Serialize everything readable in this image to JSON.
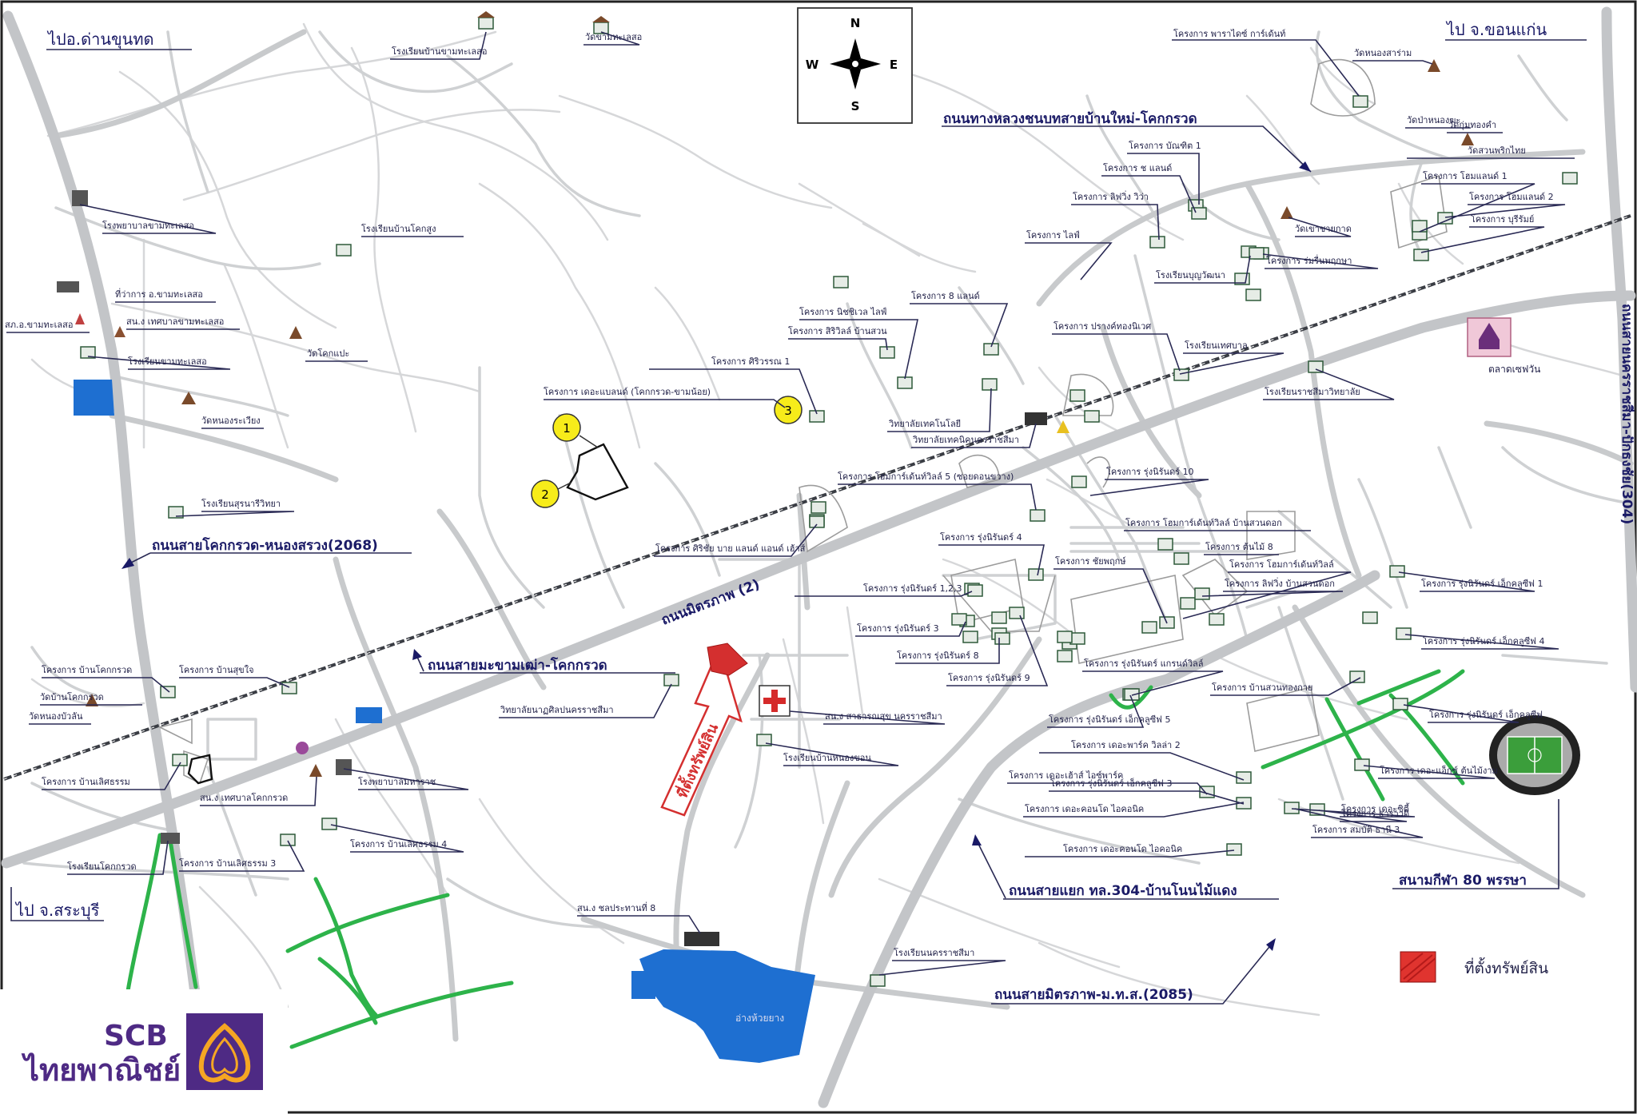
{
  "compass": {
    "n": "N",
    "s": "S",
    "e": "E",
    "w": "W"
  },
  "directions": {
    "top_left": "ไปอ.ด่านขุนทด",
    "top_right": "ไป จ.ขอนแก่น",
    "bottom_left": "ไป จ.สระบุรี"
  },
  "roads": {
    "highway_2": "ถนนมิตรภาพ (2)",
    "rural_ban_mai": "ถนนทางหลวงชนบทสายบ้านใหม่-โคกกรวด",
    "khok_kruat_nong_sarai": "ถนนสายโคกกรวด-หนองสรวง(2068)",
    "makham_thao": "ถนนสายมะขามเฒ่า-โคกกรวด",
    "route_304": "ถนนสายแยก ทล.304-บ้านโนนไม้แดง",
    "mittraphap_2085": "ถนนสายมิตรภาพ-ม.ท.ส.(2085)",
    "right_vertical": "ถนนสายนครราชสีมา-ปักธงชัย(304)"
  },
  "markers": {
    "m1": "1",
    "m2": "2",
    "m3": "3"
  },
  "property_arrow": "ที่ตั้งทรัพย์สิน",
  "legend": {
    "label": "ที่ตั้งทรัพย์สิน",
    "color": "#e0342f"
  },
  "stadium": "สนามกีฬา 80 พรรษา",
  "reservoir": "อ่างห้วยยาง",
  "market": "ตลาดเซฟวัน",
  "brand": {
    "name": "SCB",
    "thai": "ไทยพาณิชย์",
    "color": "#4e2a84",
    "accent": "#f5a623"
  },
  "labels": {
    "ton_a": "โครงการ พาราไดซ์ การ์เด้นท์",
    "ton_b": "วัดหนองสาร่าม",
    "ton_c": "วัดป่าหนองฆะ",
    "ton_d": "วัดสวนพริกไทย",
    "t1": "โรงเรียนบ้านขามทะเลสอ",
    "t2": "วัดขามทะเลสอ",
    "t3": "โรงพยาบาลขามทะเลสอ",
    "t4": "โรงเรียนบ้านโคกสูง",
    "t5": "ที่ว่าการ อ.ขามทะเลสอ",
    "t6": "สน.ง เทศบาลขามทะเลสอ",
    "t7": "สภ.อ.ขามทะเลสอ",
    "t8": "โรงเรียนขามทะเลสอ",
    "t9": "วัดโคกแปะ",
    "t10": "วัดหนองระเวียง",
    "t11": "โรงเรียนสุรนารีวิทยา",
    "p1": "โครงการ บ้านโคกกรวด",
    "p2": "วัดหนองบัวลัน",
    "p3": "โครงการ บ้านเลิศธรรม",
    "p4": "สน.ง เทศบาลโคกกรวด",
    "p5": "โครงการ บ้านเลิศธรรม 4",
    "p6": "โครงการ บ้านเลิศธรรม 3",
    "p7": "โรงพยาบาลมหาราช",
    "p8": "โรงเรียนโคกกรวด",
    "p9": "วัดบ้านโคกกรวด",
    "p10": "โครงการ บ้านสุขใจ",
    "c1": "โครงการ เดอะแบลนด์ (โคกกรวด-ขามน้อย)",
    "c2": "โครงการ ศิริวรรณ 1",
    "c3": "โครงการ สิริวิลล์ บ้านสวน",
    "c4": "โครงการ นิชชิเวล ไลฟ์",
    "c5": "โครงการ 8 แลนด์",
    "c6": "วิทยาลัยเทคนิคนครราชสีมา",
    "c7": "วิทยาลัยเทคโนโลยี",
    "c8": "โครงการ โฮมการ์เด้นท์วิลล์ 5 (ซอยดอนขวาง)",
    "c9": "โครงการ ศิริชัย บาย แลนด์ แอนด์ เฮ้าส์",
    "c10": "โครงการ รุ่งนิรันดร์ 1,2,3",
    "c11": "โครงการ รุ่งนิรันดร์ 3",
    "c12": "โครงการ รุ่งนิรันดร์ 8",
    "c13": "โครงการ รุ่งนิรันดร์ 9",
    "c14": "วิทยาลัยนาฏศิลปนครราชสีมา",
    "c15": "สน.ง สาธารณสุข นครราชสีมา",
    "c16": "โรงเรียนบ้านหนองขอน",
    "c17": "สน.ง ชลประทานที่ 8",
    "c18": "โรงเรียนนครราชสีมา",
    "r1": "โครงการ บัณฑิต 1",
    "r2": "โครงการ ช แลนด์",
    "r3": "โครงการ ลิฟวิ่ง วิว่า",
    "r4": "โครงการ ไลฟ์",
    "r5": "วัดเขาชายกาด",
    "r6": "โรงเรียนบุญวัฒนา",
    "r7": "โครงการ ร่มรื่นพฤกษา",
    "r8": "โครงการ ปรางค์ทองนิเวศ",
    "r9": "โรงเรียนเทศบาล",
    "r10": "โรงเรียนราชสีมาวิทยาลัย",
    "r11": "โครงการ รุ่งนิรันดร์ 10",
    "r12": "โครงการ โฮมการ์เด้นท์วิลล์ บ้านสวนดอก",
    "r13": "โครงการ ชัยพฤกษ์",
    "r14": "โครงการ ต้นไม้ 8",
    "r15": "โครงการ โฮมการ์เด้นท์วิลล์",
    "r16": "โครงการ ลิฟวิ่ง บ้านสวนดอก",
    "r17": "โครงการ รุ่งนิรันดร์ 4",
    "r18": "โครงการ รุ่งนิรันดร์ แกรนด์วิลล์",
    "r19": "โครงการ บ้านสวนทองกาย",
    "r20": "โครงการ รุ่งนิรันดร์ เอ็กคลูซีฟ 5",
    "r21": "โครงการ เดอะพาร์ค วิลล่า 2",
    "r22": "โครงการ เดอะเฮ้าส์ ไอซ์พาร์ค",
    "r23": "โครงการ รุ่งนิรันดร์ เอ็กคลูซีฟ 3",
    "r24": "โครงการ เดอะซิตี้",
    "r25": "โครงการ เดอะคอนโด ไอคอนิค",
    "r26": "โครงการ รุ่งนิรันดร์ เอ็กคลูซีฟ 1",
    "r27": "โครงการ รุ่งนิรันดร์ เอ็กคลูซีฟ 4",
    "r28": "โครงการ รุ่งนิรันดร์ เอ็กคลูซีฟ",
    "r29": "โครงการ เดอะแอ็กซ์ ต้นไม้งาม",
    "r30": "โครงการ ธาราวดี",
    "r31": "โครงการ สมบัติ ธานี 3",
    "r32": "โครงการ โฮมแลนด์ 1",
    "r33": "โครงการ โฮมแลนด์ 2",
    "r34": "โครงการ บุรีรัมย์",
    "r35": "วัดกุ่มทองคำ"
  }
}
